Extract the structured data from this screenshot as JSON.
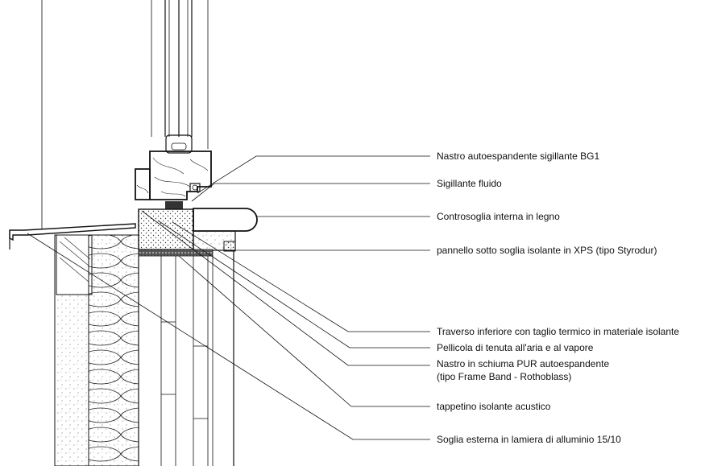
{
  "labels": {
    "l1": "Nastro autoespandente sigillante BG1",
    "l2": "Sigillante fluido",
    "l3": "Controsoglia interna in legno",
    "l4": "pannello sotto soglia isolante in XPS (tipo Styrodur)",
    "l5": "Traverso inferiore con taglio termico in materiale isolante",
    "l6": "Pellicola di tenuta all'aria e al vapore",
    "l7a": "Nastro in schiuma PUR autoespandente",
    "l7b": "(tipo Frame Band - Rothoblass)",
    "l8": "tappetino isolante acustico",
    "l9": "Soglia esterna in lamiera di alluminio 15/10"
  }
}
